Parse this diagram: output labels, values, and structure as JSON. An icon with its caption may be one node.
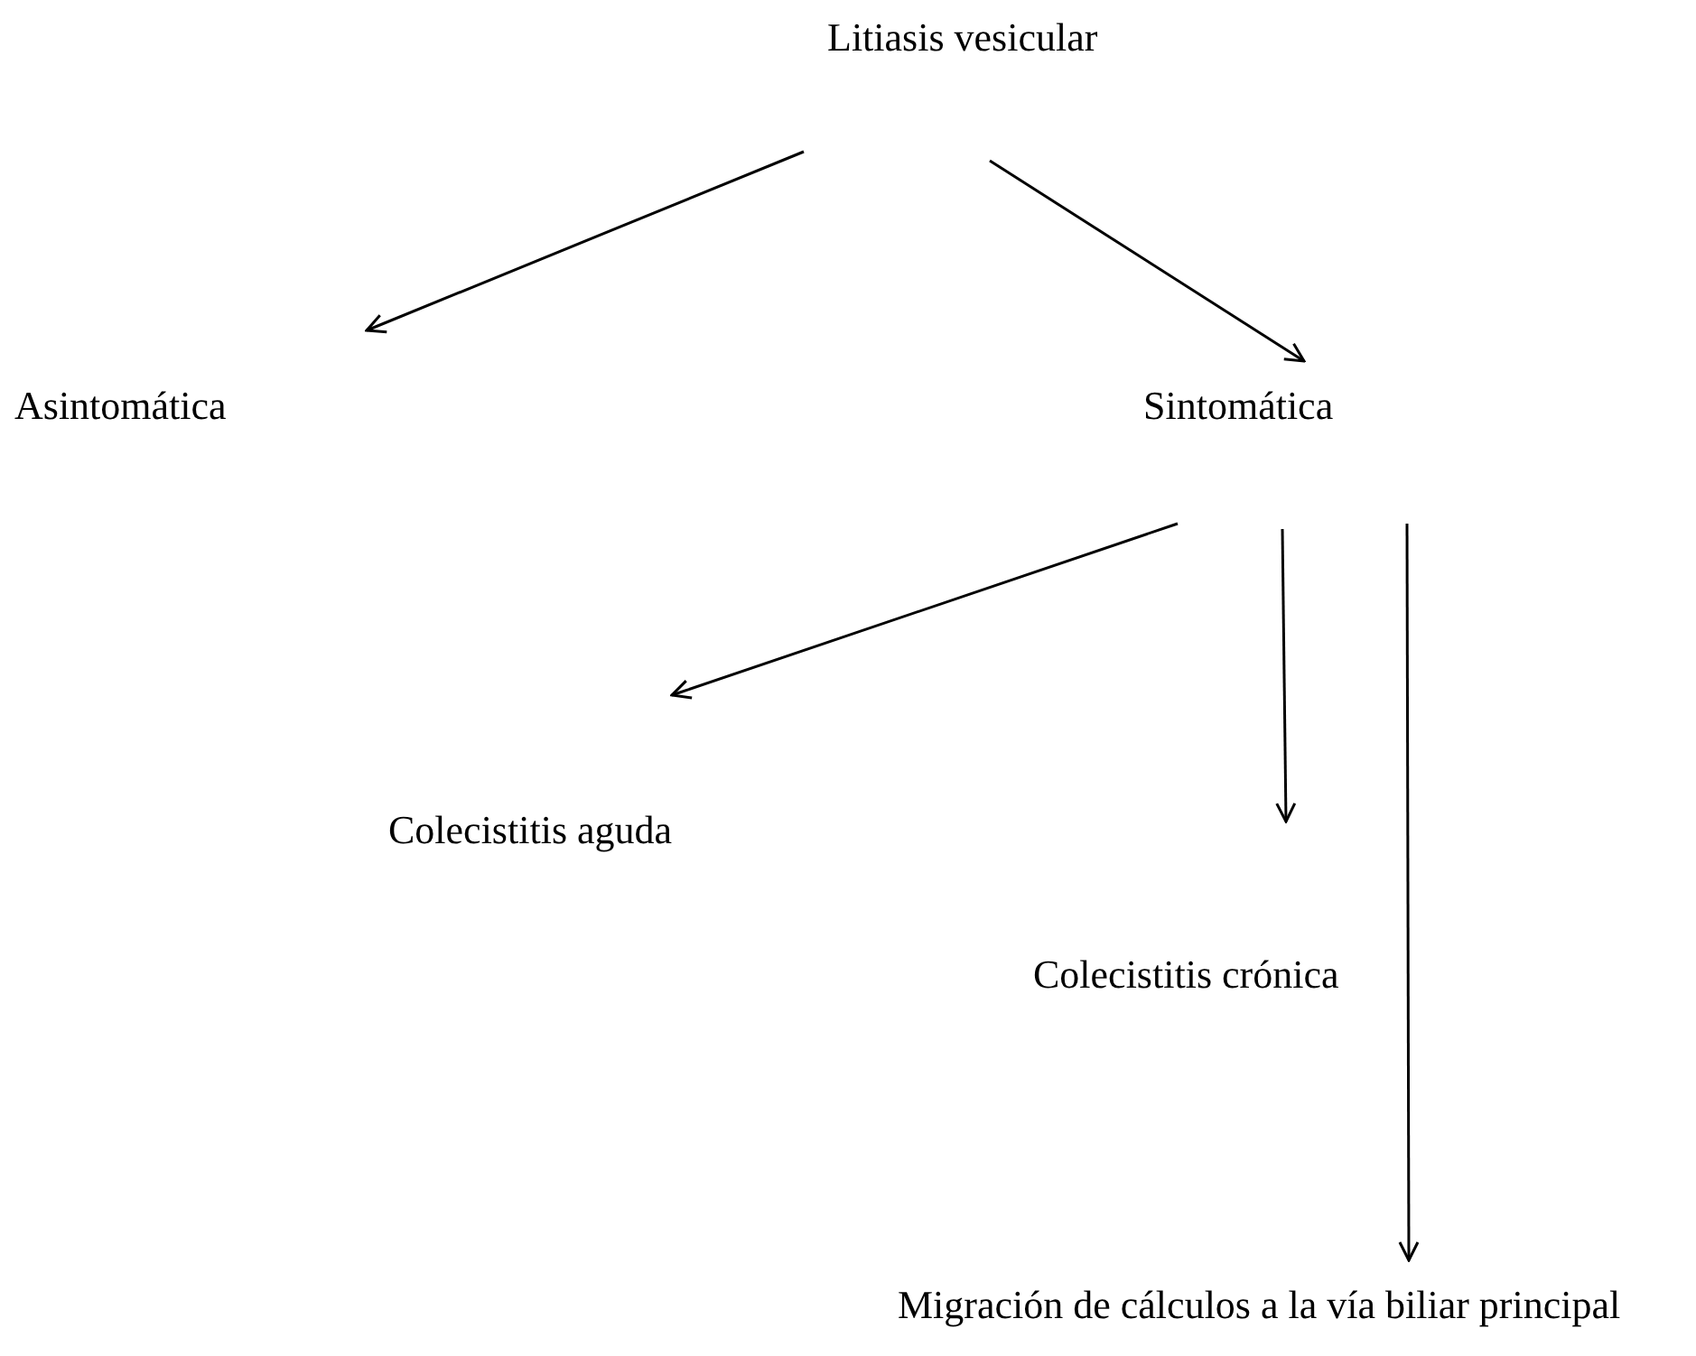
{
  "diagram": {
    "nodes": [
      {
        "text": [
          "Litiasis vesicular"
        ]
      },
      {
        "text": [
          "Asintomática"
        ]
      },
      {
        "text": [
          "Sintomática"
        ]
      },
      {
        "text": [
          "Colecistitis aguda"
        ]
      },
      {
        "text": [
          "Colecistitis crónica"
        ]
      },
      {
        "text": [
          "Migración de cálculos a la vía biliar principal"
        ]
      }
    ],
    "edges": [
      {
        "from": 0,
        "to": 1,
        "arrow": "to"
      },
      {
        "from": 0,
        "to": 2,
        "arrow": "to"
      },
      {
        "from": 2,
        "to": 3,
        "arrow": "to"
      },
      {
        "from": 2,
        "to": 4,
        "arrow": "to"
      },
      {
        "from": 2,
        "to": 5,
        "arrow": "to"
      }
    ]
  }
}
